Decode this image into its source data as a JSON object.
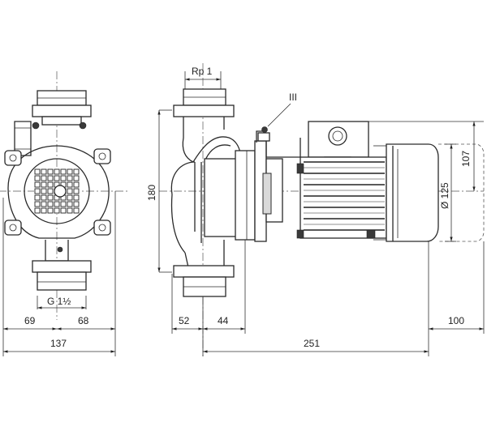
{
  "diagram": {
    "labels": {
      "rp": "Rp 1",
      "detail": "III",
      "thread": "G 1½",
      "height": "180",
      "dia": "Ø 125",
      "h107": "107"
    },
    "dims": {
      "d69": "69",
      "d68": "68",
      "d137": "137",
      "d52": "52",
      "d44": "44",
      "d251": "251",
      "d100": "100"
    }
  }
}
